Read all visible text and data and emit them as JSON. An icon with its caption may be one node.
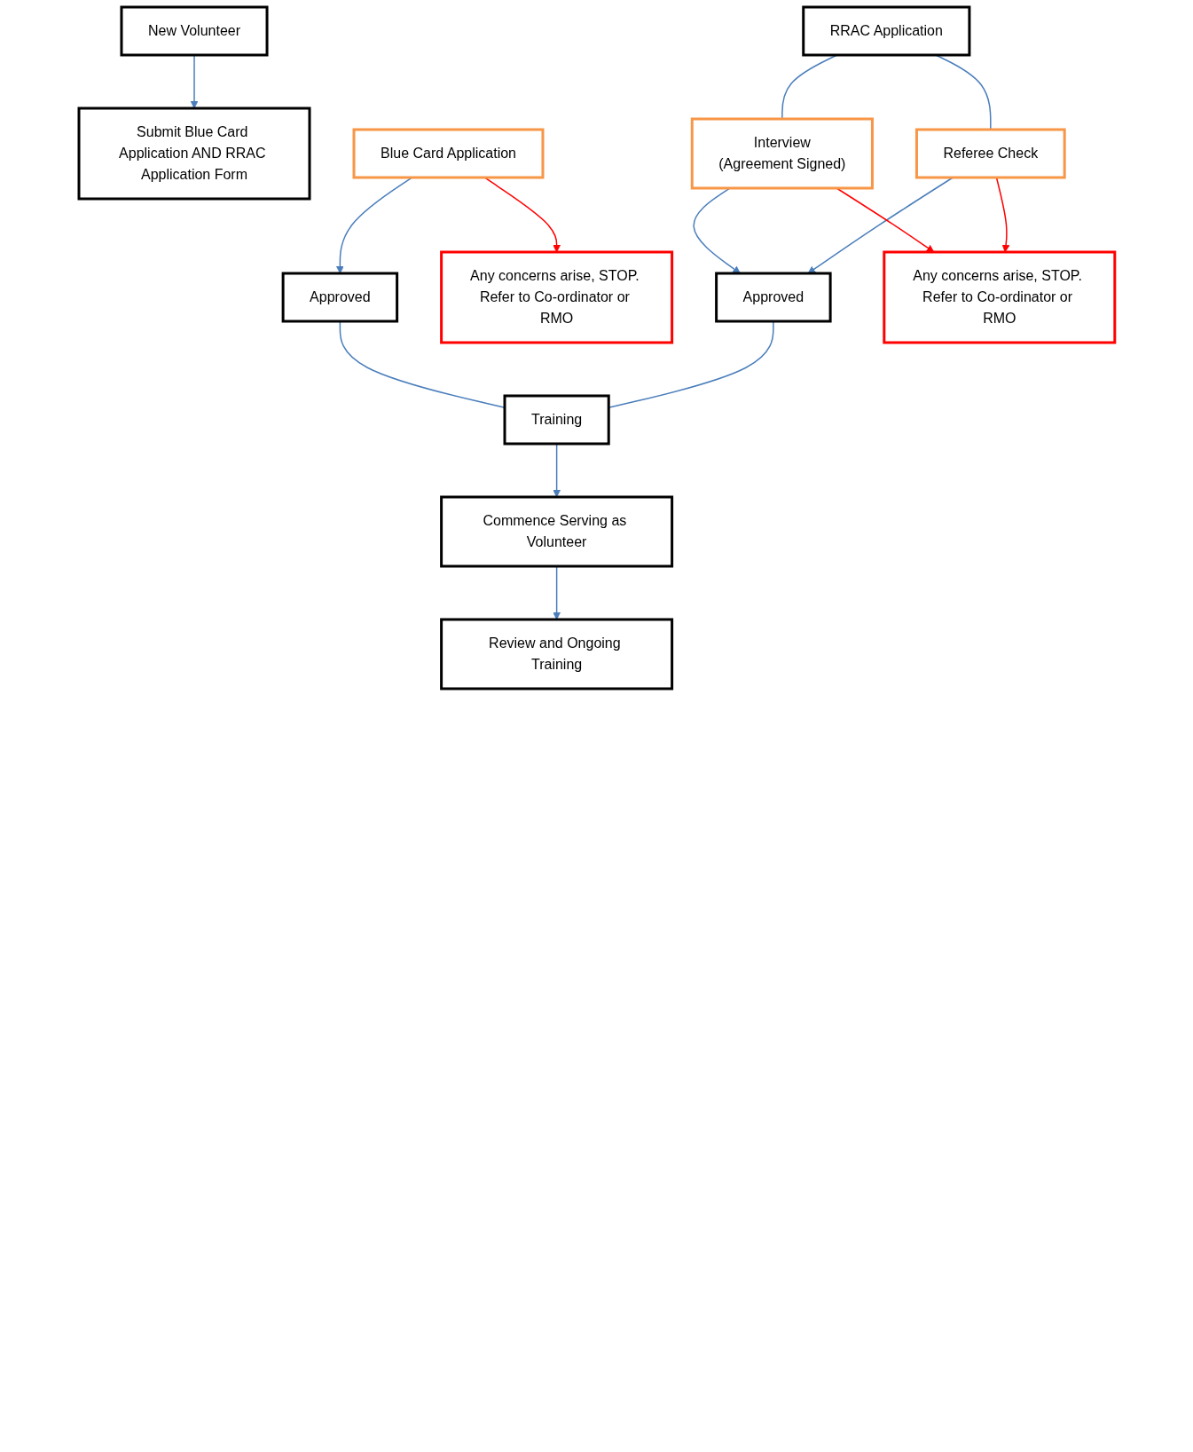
{
  "diagram": {
    "nodes": [
      {
        "text": [
          "New Volunteer"
        ]
      },
      {
        "text": [
          "Submit Blue Card Application AND RRAC Application Form"
        ]
      },
      {
        "text": [
          "Blue Card Application"
        ]
      },
      {
        "text": [
          "RRAC Application"
        ]
      },
      {
        "text": [
          "Interview",
          "(Agreement Signed)"
        ]
      },
      {
        "text": [
          "Referee Check"
        ]
      },
      {
        "text": [
          "Approved"
        ]
      },
      {
        "text": [
          "Any concerns arise, STOP. Refer to Co-ordinator or RMO"
        ]
      },
      {
        "text": [
          "Approved"
        ]
      },
      {
        "text": [
          "Any concerns arise, STOP. Refer to Co-ordinator or RMO"
        ]
      },
      {
        "text": [
          "Training"
        ]
      },
      {
        "text": [
          "Commence Serving as Volunteer"
        ]
      },
      {
        "text": [
          "Review and Ongoing Training"
        ]
      }
    ],
    "edges": [
      {
        "from": 0,
        "to": 1,
        "arrow": "to"
      },
      {
        "from": 2,
        "to": 6,
        "arrow": "to"
      },
      {
        "from": 2,
        "to": 7,
        "arrow": "to",
        "color": "#ff0000"
      },
      {
        "from": 3,
        "to": 4,
        "arrow": "none"
      },
      {
        "from": 3,
        "to": 5,
        "arrow": "none"
      },
      {
        "from": 4,
        "to": 8,
        "arrow": "to"
      },
      {
        "from": 5,
        "to": 8,
        "arrow": "to"
      },
      {
        "from": 4,
        "to": 9,
        "arrow": "to",
        "color": "#ff0000"
      },
      {
        "from": 5,
        "to": 9,
        "arrow": "to",
        "color": "#ff0000"
      },
      {
        "from": 6,
        "to": 10,
        "arrow": "none"
      },
      {
        "from": 8,
        "to": 10,
        "arrow": "none"
      },
      {
        "from": 10,
        "to": 11,
        "arrow": "to"
      },
      {
        "from": 11,
        "to": 12,
        "arrow": "to"
      }
    ]
  }
}
